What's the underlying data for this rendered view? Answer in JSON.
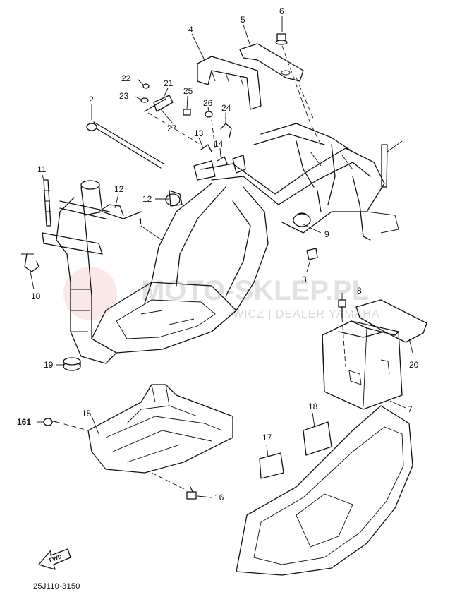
{
  "diagram_code": "25J110-3150",
  "fwd_label": "FWD",
  "watermark": {
    "main": "MOTO-SKLEP.PL",
    "sub": "WICZ | DEALER YAMAHA"
  },
  "callouts": [
    {
      "id": "c1",
      "text": "1"
    },
    {
      "id": "c2",
      "text": "2"
    },
    {
      "id": "c3",
      "text": "3"
    },
    {
      "id": "c4",
      "text": "4"
    },
    {
      "id": "c5",
      "text": "5"
    },
    {
      "id": "c6",
      "text": "6"
    },
    {
      "id": "c7",
      "text": "7"
    },
    {
      "id": "c8",
      "text": "8"
    },
    {
      "id": "c9",
      "text": "9"
    },
    {
      "id": "c10",
      "text": "10"
    },
    {
      "id": "c11",
      "text": "11"
    },
    {
      "id": "c12a",
      "text": "12"
    },
    {
      "id": "c12b",
      "text": "12"
    },
    {
      "id": "c13",
      "text": "13"
    },
    {
      "id": "c14",
      "text": "14"
    },
    {
      "id": "c15",
      "text": "15"
    },
    {
      "id": "c16",
      "text": "16"
    },
    {
      "id": "c17",
      "text": "17"
    },
    {
      "id": "c18",
      "text": "18"
    },
    {
      "id": "c19",
      "text": "19"
    },
    {
      "id": "c20",
      "text": "20"
    },
    {
      "id": "c21",
      "text": "21"
    },
    {
      "id": "c22",
      "text": "22"
    },
    {
      "id": "c23",
      "text": "23"
    },
    {
      "id": "c24",
      "text": "24"
    },
    {
      "id": "c25",
      "text": "25"
    },
    {
      "id": "c26",
      "text": "26"
    },
    {
      "id": "c27",
      "text": "27"
    },
    {
      "id": "c161",
      "text": "161"
    }
  ]
}
